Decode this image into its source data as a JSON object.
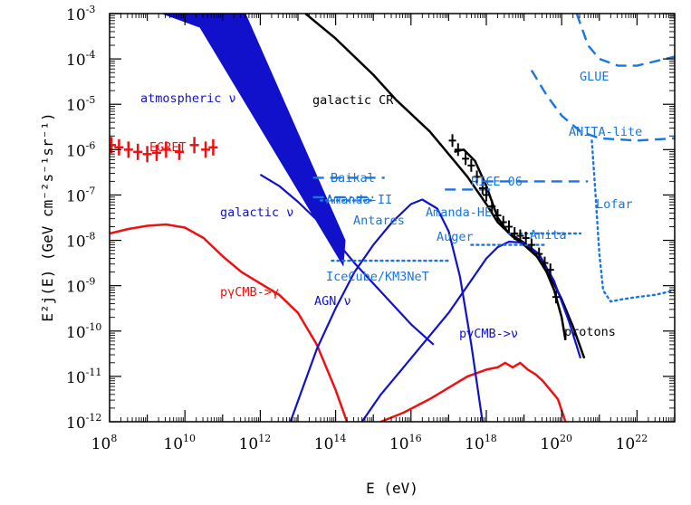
{
  "chart_data": {
    "type": "line",
    "xlabel": "E (eV)",
    "ylabel": "E²j(E) (GeV cm⁻²s⁻¹sr⁻¹)",
    "x_scale": "log",
    "y_scale": "log",
    "xlim_log10": [
      8,
      23
    ],
    "ylim_log10": [
      -12,
      -3
    ],
    "x_ticks": [
      {
        "base": "10",
        "exp": "8",
        "v": 8
      },
      {
        "base": "10",
        "exp": "10",
        "v": 10
      },
      {
        "base": "10",
        "exp": "12",
        "v": 12
      },
      {
        "base": "10",
        "exp": "14",
        "v": 14
      },
      {
        "base": "10",
        "exp": "16",
        "v": 16
      },
      {
        "base": "10",
        "exp": "18",
        "v": 18
      },
      {
        "base": "10",
        "exp": "20",
        "v": 20
      },
      {
        "base": "10",
        "exp": "22",
        "v": 22
      }
    ],
    "y_ticks": [
      {
        "base": "10",
        "exp": "-12",
        "v": -12
      },
      {
        "base": "10",
        "exp": "-11",
        "v": -11
      },
      {
        "base": "10",
        "exp": "-10",
        "v": -10
      },
      {
        "base": "10",
        "exp": "-9",
        "v": -9
      },
      {
        "base": "10",
        "exp": "-8",
        "v": -8
      },
      {
        "base": "10",
        "exp": "-7",
        "v": -7
      },
      {
        "base": "10",
        "exp": "-6",
        "v": -6
      },
      {
        "base": "10",
        "exp": "-5",
        "v": -5
      },
      {
        "base": "10",
        "exp": "-4",
        "v": -4
      },
      {
        "base": "10",
        "exp": "-3",
        "v": -3
      }
    ],
    "colors": {
      "red": "#ee1111",
      "blue": "#1111cc",
      "lightblue": "#1a75e0",
      "black": "#000000"
    },
    "curves": [
      {
        "id": "galactic-cr",
        "color": "black",
        "style": "solid",
        "width": 2.5,
        "points_log10": [
          [
            13.2,
            -3.0
          ],
          [
            14.0,
            -3.55
          ],
          [
            15.0,
            -4.35
          ],
          [
            15.6,
            -4.9
          ],
          [
            16.5,
            -5.6
          ],
          [
            17.0,
            -6.1
          ],
          [
            17.5,
            -6.6
          ],
          [
            18.0,
            -7.2
          ],
          [
            18.3,
            -7.6
          ],
          [
            18.7,
            -7.92
          ],
          [
            19.0,
            -8.1
          ],
          [
            19.4,
            -8.4
          ],
          [
            19.7,
            -8.8
          ],
          [
            20.0,
            -9.3
          ],
          [
            20.3,
            -9.9
          ],
          [
            20.6,
            -10.6
          ]
        ]
      },
      {
        "id": "proton-spectrum",
        "color": "black",
        "style": "solid",
        "width": 2.5,
        "points_log10": [
          [
            17.15,
            -6.05
          ],
          [
            17.4,
            -6.0
          ],
          [
            17.7,
            -6.25
          ],
          [
            18.0,
            -6.8
          ],
          [
            18.3,
            -7.5
          ],
          [
            18.6,
            -7.85
          ],
          [
            19.0,
            -8.05
          ],
          [
            19.3,
            -8.3
          ],
          [
            19.6,
            -8.7
          ],
          [
            19.8,
            -9.1
          ],
          [
            20.0,
            -9.7
          ],
          [
            20.1,
            -10.2
          ]
        ]
      },
      {
        "id": "p-gamma-cmb-gamma",
        "color": "red",
        "style": "solid",
        "width": 2.5,
        "points_log10": [
          [
            8.0,
            -7.85
          ],
          [
            8.5,
            -7.75
          ],
          [
            9.0,
            -7.68
          ],
          [
            9.5,
            -7.65
          ],
          [
            10.0,
            -7.72
          ],
          [
            10.5,
            -7.95
          ],
          [
            11.0,
            -8.35
          ],
          [
            11.5,
            -8.7
          ],
          [
            12.0,
            -8.95
          ],
          [
            12.5,
            -9.2
          ],
          [
            13.0,
            -9.6
          ],
          [
            13.5,
            -10.3
          ],
          [
            14.0,
            -11.3
          ],
          [
            14.3,
            -12.0
          ]
        ]
      },
      {
        "id": "p-gamma-cmb-gamma-high",
        "color": "red",
        "style": "solid",
        "width": 2.5,
        "points_log10": [
          [
            15.2,
            -12.0
          ],
          [
            15.8,
            -11.8
          ],
          [
            16.5,
            -11.5
          ],
          [
            17.0,
            -11.25
          ],
          [
            17.5,
            -11.0
          ],
          [
            18.0,
            -10.85
          ],
          [
            18.3,
            -10.8
          ],
          [
            18.5,
            -10.7
          ],
          [
            18.7,
            -10.8
          ],
          [
            18.9,
            -10.7
          ],
          [
            19.1,
            -10.85
          ],
          [
            19.3,
            -10.95
          ],
          [
            19.5,
            -11.1
          ],
          [
            19.7,
            -11.3
          ],
          [
            19.9,
            -11.5
          ],
          [
            20.1,
            -12.0
          ]
        ]
      },
      {
        "id": "galactic-nu",
        "color": "blue",
        "style": "solid",
        "width": 2.2,
        "points_log10": [
          [
            12.0,
            -6.55
          ],
          [
            12.5,
            -6.8
          ],
          [
            13.0,
            -7.15
          ],
          [
            13.5,
            -7.55
          ],
          [
            14.0,
            -8.0
          ],
          [
            14.5,
            -8.5
          ],
          [
            15.0,
            -8.95
          ],
          [
            15.5,
            -9.4
          ],
          [
            16.0,
            -9.85
          ],
          [
            16.6,
            -10.3
          ]
        ]
      },
      {
        "id": "agn-nu",
        "color": "blue",
        "style": "solid",
        "width": 2.2,
        "points_log10": [
          [
            12.8,
            -12.0
          ],
          [
            13.5,
            -10.4
          ],
          [
            14.0,
            -9.5
          ],
          [
            14.5,
            -8.7
          ],
          [
            15.0,
            -8.1
          ],
          [
            15.5,
            -7.6
          ],
          [
            16.0,
            -7.2
          ],
          [
            16.3,
            -7.1
          ],
          [
            16.7,
            -7.3
          ],
          [
            17.0,
            -7.8
          ],
          [
            17.3,
            -8.8
          ],
          [
            17.6,
            -10.3
          ],
          [
            17.9,
            -12.0
          ]
        ]
      },
      {
        "id": "p-gamma-cmb-nu",
        "color": "blue",
        "style": "solid",
        "width": 2.2,
        "points_log10": [
          [
            14.7,
            -12.0
          ],
          [
            15.2,
            -11.4
          ],
          [
            15.8,
            -10.8
          ],
          [
            16.5,
            -10.1
          ],
          [
            17.0,
            -9.6
          ],
          [
            17.5,
            -9.0
          ],
          [
            18.0,
            -8.4
          ],
          [
            18.3,
            -8.15
          ],
          [
            18.6,
            -8.03
          ],
          [
            19.0,
            -8.05
          ],
          [
            19.4,
            -8.3
          ],
          [
            19.8,
            -8.9
          ],
          [
            20.2,
            -9.8
          ],
          [
            20.5,
            -10.6
          ]
        ]
      },
      {
        "id": "baikal",
        "color": "lightblue",
        "style": "dashed",
        "width": 2.4,
        "points_log10": [
          [
            13.4,
            -6.62
          ],
          [
            15.3,
            -6.62
          ]
        ]
      },
      {
        "id": "amanda-ii",
        "color": "lightblue",
        "style": "dashdot",
        "width": 2.4,
        "points_log10": [
          [
            13.4,
            -7.05
          ],
          [
            15.0,
            -7.05
          ]
        ]
      },
      {
        "id": "antares",
        "color": "lightblue",
        "style": "dotted",
        "width": 2.4,
        "points_log10": [
          [
            13.6,
            -7.12
          ],
          [
            15.0,
            -7.12
          ]
        ]
      },
      {
        "id": "amanda-he",
        "color": "lightblue",
        "style": "dashed",
        "width": 2.4,
        "points_log10": [
          [
            16.9,
            -6.88
          ],
          [
            18.1,
            -6.88
          ]
        ]
      },
      {
        "id": "rice-06",
        "color": "lightblue",
        "style": "dashed",
        "width": 2.4,
        "points_log10": [
          [
            17.9,
            -6.7
          ],
          [
            20.7,
            -6.7
          ]
        ]
      },
      {
        "id": "auger",
        "color": "lightblue",
        "style": "dotted",
        "width": 2.4,
        "points_log10": [
          [
            17.6,
            -8.1
          ],
          [
            19.6,
            -8.1
          ]
        ]
      },
      {
        "id": "anita",
        "color": "lightblue",
        "style": "dotted",
        "width": 2.4,
        "points_log10": [
          [
            18.6,
            -7.85
          ],
          [
            20.5,
            -7.85
          ]
        ]
      },
      {
        "id": "icecube-km3net",
        "color": "lightblue",
        "style": "dotted",
        "width": 2.4,
        "points_log10": [
          [
            13.9,
            -8.45
          ],
          [
            17.0,
            -8.45
          ]
        ]
      },
      {
        "id": "glue",
        "color": "lightblue",
        "style": "dashed",
        "width": 2.4,
        "points_log10": [
          [
            20.4,
            -3.0
          ],
          [
            20.7,
            -3.7
          ],
          [
            21.0,
            -4.0
          ],
          [
            21.5,
            -4.15
          ],
          [
            22.0,
            -4.15
          ],
          [
            22.5,
            -4.05
          ],
          [
            23.0,
            -3.95
          ]
        ]
      },
      {
        "id": "anita-lite",
        "color": "lightblue",
        "style": "dashed",
        "width": 2.4,
        "points_log10": [
          [
            19.2,
            -4.25
          ],
          [
            19.6,
            -4.8
          ],
          [
            20.0,
            -5.25
          ],
          [
            20.5,
            -5.6
          ],
          [
            21.0,
            -5.75
          ],
          [
            22.0,
            -5.8
          ],
          [
            23.0,
            -5.75
          ]
        ]
      },
      {
        "id": "lofar",
        "color": "lightblue",
        "style": "dotted",
        "width": 2.4,
        "points_log10": [
          [
            20.8,
            -5.8
          ],
          [
            20.9,
            -7.0
          ],
          [
            21.0,
            -8.3
          ],
          [
            21.1,
            -9.1
          ],
          [
            21.3,
            -9.35
          ],
          [
            21.6,
            -9.3
          ],
          [
            22.0,
            -9.25
          ],
          [
            22.5,
            -9.2
          ],
          [
            23.0,
            -9.1
          ]
        ]
      }
    ],
    "atmospheric_band_log10": [
      [
        9.4,
        -3.0
      ],
      [
        10.4,
        -3.3
      ],
      [
        14.2,
        -8.55
      ],
      [
        14.25,
        -8.0
      ],
      [
        11.6,
        -3.0
      ]
    ],
    "egret_points_log10": [
      [
        8.05,
        -5.9
      ],
      [
        8.25,
        -5.95
      ],
      [
        8.5,
        -6.0
      ],
      [
        8.75,
        -6.05
      ],
      [
        9.0,
        -6.1
      ],
      [
        9.25,
        -6.07
      ],
      [
        9.5,
        -6.0
      ],
      [
        9.85,
        -6.05
      ],
      [
        10.25,
        -5.9
      ],
      [
        10.55,
        -6.0
      ],
      [
        10.75,
        -5.95
      ]
    ],
    "cr_data_points_log10": [
      [
        17.1,
        -5.8
      ],
      [
        17.25,
        -6.0
      ],
      [
        17.45,
        -6.2
      ],
      [
        17.6,
        -6.35
      ],
      [
        17.75,
        -6.6
      ],
      [
        17.9,
        -6.85
      ],
      [
        18.0,
        -7.0
      ],
      [
        18.15,
        -7.25
      ],
      [
        18.3,
        -7.45
      ],
      [
        18.45,
        -7.6
      ],
      [
        18.6,
        -7.7
      ],
      [
        18.75,
        -7.85
      ],
      [
        18.9,
        -7.9
      ],
      [
        19.05,
        -7.95
      ],
      [
        19.2,
        -8.1
      ],
      [
        19.4,
        -8.3
      ],
      [
        19.55,
        -8.5
      ],
      [
        19.7,
        -8.65
      ],
      [
        19.85,
        -9.25
      ]
    ],
    "labels": {
      "atmospheric_nu": "atmospheric ν",
      "galactic_cr": "galactic CR",
      "egret": "EGRET",
      "baikal": "Baikal",
      "amanda_ii": "Amanda-II",
      "galactic_nu": "galactic ν",
      "antares": "Antares",
      "amanda_he": "Amanda-HE",
      "rice_06": "RICE 06",
      "lofar": "Lofar",
      "auger": "Auger",
      "anita": "Anita",
      "icecube": "IceCube/KM3NeT",
      "agn_nu": "AGN ν",
      "pg_gamma": "pγCMB->γ",
      "pg_nu": "pγCMB->ν",
      "protons": "protons",
      "glue": "GLUE",
      "anita_lite": "ANITA-lite"
    }
  }
}
